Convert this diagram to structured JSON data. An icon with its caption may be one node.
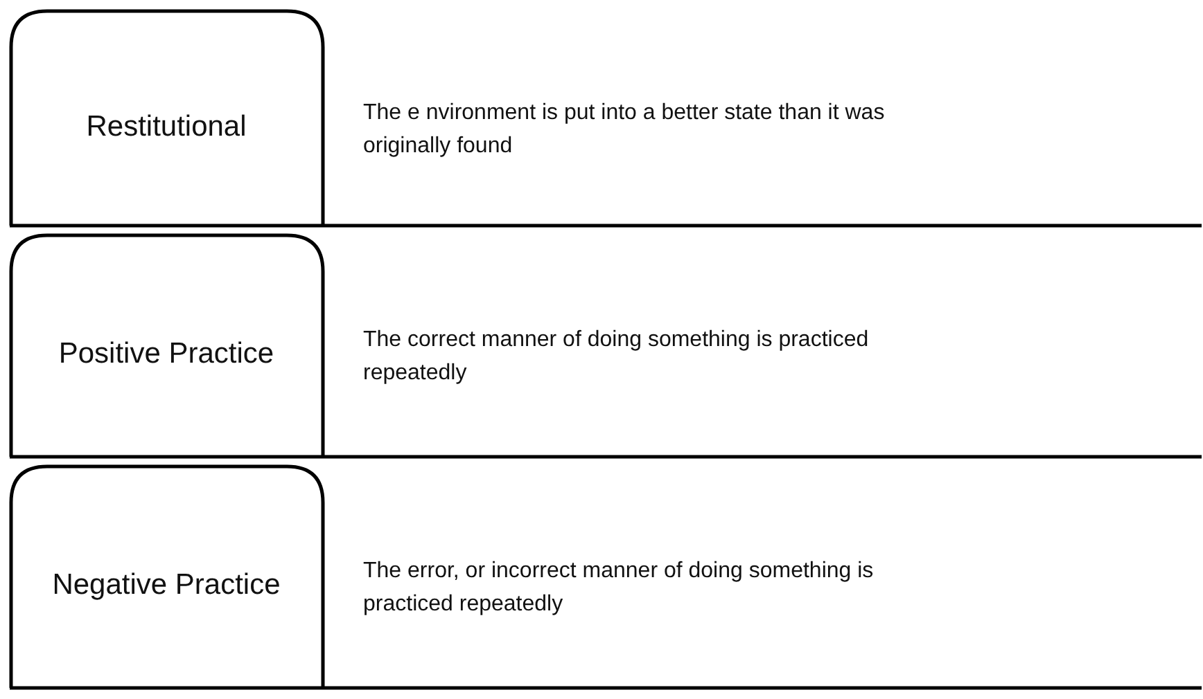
{
  "diagram": {
    "nodes": [
      {
        "text": [
          "Restitutional",
          "The e nvironment is put into a better state than it was originally found"
        ]
      },
      {
        "text": [
          "Positive Practice",
          "The correct manner of doing something is practiced repeatedly"
        ]
      },
      {
        "text": [
          "Negative Practice",
          "The error, or incorrect manner of doing something is practiced repeatedly"
        ]
      }
    ]
  }
}
